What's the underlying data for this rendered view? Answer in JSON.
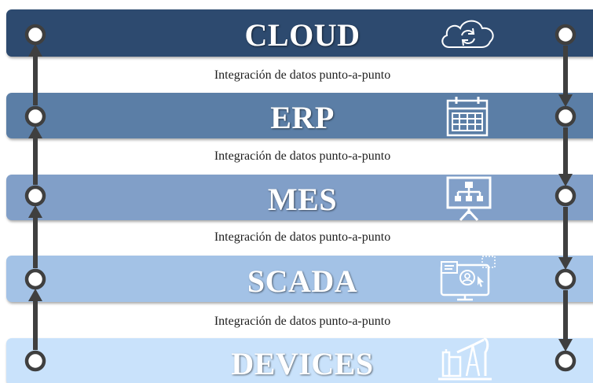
{
  "layers": [
    {
      "name": "CLOUD",
      "color": "#2d4a6f",
      "icon": "cloud-sync-icon"
    },
    {
      "name": "ERP",
      "color": "#5b7ea6",
      "icon": "calendar-icon"
    },
    {
      "name": "MES",
      "color": "#819fc8",
      "icon": "presentation-board-icon"
    },
    {
      "name": "SCADA",
      "color": "#a3c2e6",
      "icon": "monitor-user-icon"
    },
    {
      "name": "DEVICES",
      "color": "#c9e2fb",
      "icon": "oil-pump-icon"
    }
  ],
  "links": [
    "Integración de datos punto-a-punto",
    "Integración de datos punto-a-punto",
    "Integración de datos punto-a-punto",
    "Integración de datos punto-a-punto"
  ],
  "connector_color": "#3f3f3f"
}
